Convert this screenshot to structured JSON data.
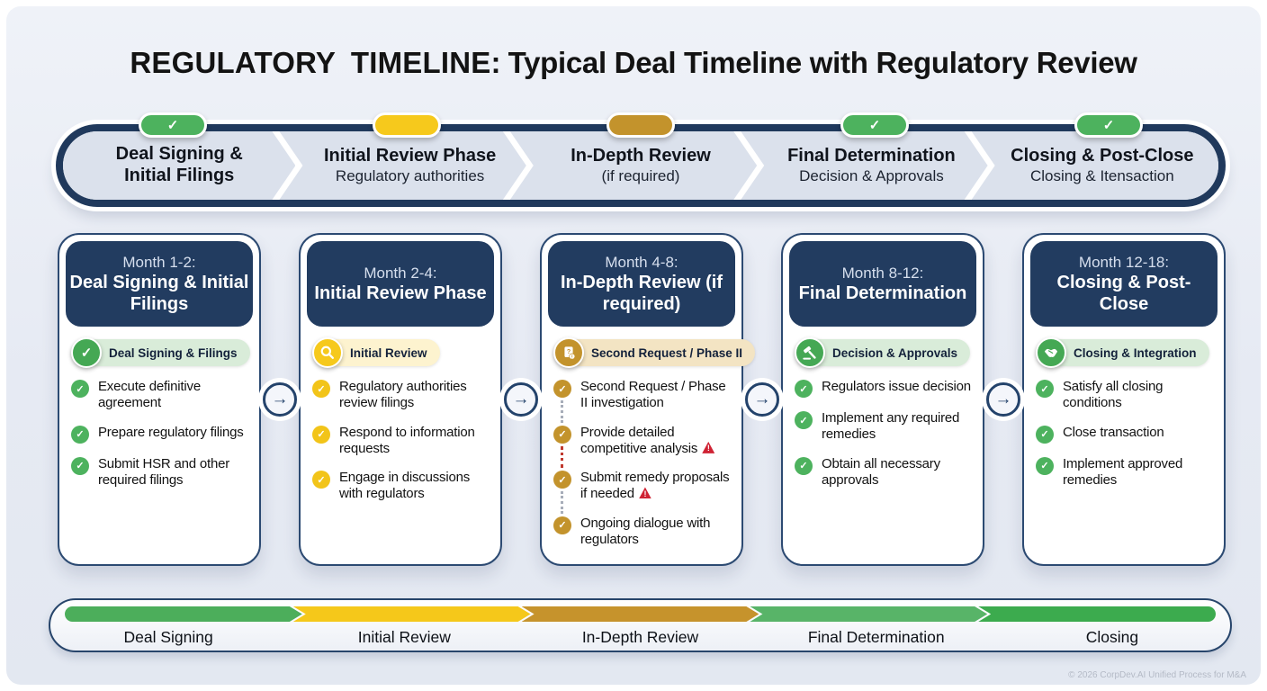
{
  "title": {
    "emphasis": "REGULATORY TIMELINE:",
    "rest": "Typical Deal Timeline with Regulatory Review"
  },
  "colors": {
    "navy": "#20395c",
    "green": "#4db25e",
    "yellow": "#f6c91c",
    "gold": "#c3932c",
    "warning_red": "#cf2233"
  },
  "banner": {
    "phases": [
      {
        "badge_icon": "✓",
        "badge_color": "#4db25e",
        "title": "Deal Signing & Initial Filings",
        "subtitle": ""
      },
      {
        "badge_icon": "",
        "badge_color": "#f6c91c",
        "title": "Initial Review Phase",
        "subtitle": "Regulatory authorities"
      },
      {
        "badge_icon": "",
        "badge_color": "#c3932c",
        "title": "In-Depth Review",
        "subtitle": "(if required)"
      },
      {
        "badge_icon": "✓",
        "badge_color": "#4db25e",
        "title": "Final Determination",
        "subtitle": "Decision & Approvals"
      },
      {
        "badge_icon": "✓",
        "badge_color": "#4db25e",
        "title": "Closing & Post-Close",
        "subtitle": "Closing & Itensaction"
      }
    ]
  },
  "connector": {
    "arrow": "→"
  },
  "cards": [
    {
      "month": "Month 1-2:",
      "title": "Deal Signing & Initial Filings",
      "bullet_color": "#4db25e",
      "tag": {
        "label": "Deal Signing & Filings",
        "icon": "check-icon",
        "icon_color": "#45a854",
        "bg": "#d9ecd9"
      },
      "items": [
        {
          "text": "Execute definitive agreement"
        },
        {
          "text": "Prepare regulatory filings"
        },
        {
          "text": "Submit HSR and other required filings"
        }
      ]
    },
    {
      "month": "Month 2-4:",
      "title": "Initial Review Phase",
      "bullet_color": "#f2c419",
      "tag": {
        "label": "Initial Review",
        "icon": "search-icon",
        "icon_color": "#f6c91c",
        "bg": "#fdf3cf"
      },
      "items": [
        {
          "text": "Regulatory authorities review filings"
        },
        {
          "text": "Respond to information requests"
        },
        {
          "text": "Engage in discussions with regulators"
        }
      ]
    },
    {
      "month": "Month 4-8:",
      "title": "In-Depth Review (if required)",
      "bullet_color": "#c3932c",
      "tag": {
        "label": "Second Request / Phase II",
        "icon": "document-question-icon",
        "icon_color": "#c3932c",
        "bg": "#f3e4c3"
      },
      "items": [
        {
          "text": "Second Request / Phase II investigation"
        },
        {
          "text": "Provide detailed competitive analysis",
          "warning": true
        },
        {
          "text": "Submit remedy proposals if needed",
          "warning": true
        },
        {
          "text": "Ongoing dialogue with regulators"
        }
      ]
    },
    {
      "month": "Month 8-12:",
      "title": "Final Determination",
      "bullet_color": "#4db25e",
      "tag": {
        "label": "Decision & Approvals",
        "icon": "gavel-icon",
        "icon_color": "#45a854",
        "bg": "#d9ecd9"
      },
      "items": [
        {
          "text": "Regulators issue decision"
        },
        {
          "text": "Implement any required remedies"
        },
        {
          "text": "Obtain all necessary approvals"
        }
      ]
    },
    {
      "month": "Month 12-18:",
      "title": "Closing & Post-Close",
      "bullet_color": "#4db25e",
      "tag": {
        "label": "Closing & Integration",
        "icon": "handshake-icon",
        "icon_color": "#45a854",
        "bg": "#d9ecd9"
      },
      "items": [
        {
          "text": "Satisfy all closing conditions"
        },
        {
          "text": "Close transaction"
        },
        {
          "text": "Implement approved remedies"
        }
      ]
    }
  ],
  "progress": {
    "segments": [
      {
        "label": "Deal Signing",
        "color": "#4cae5b"
      },
      {
        "label": "Initial Review",
        "color": "#f5c81a"
      },
      {
        "label": "In-Depth Review",
        "color": "#c6932c"
      },
      {
        "label": "Final Determination",
        "color": "#58b468"
      },
      {
        "label": "Closing",
        "color": "#3cab4e"
      }
    ]
  },
  "footer": "© 2026 CorpDev.AI Unified Process for M&A"
}
